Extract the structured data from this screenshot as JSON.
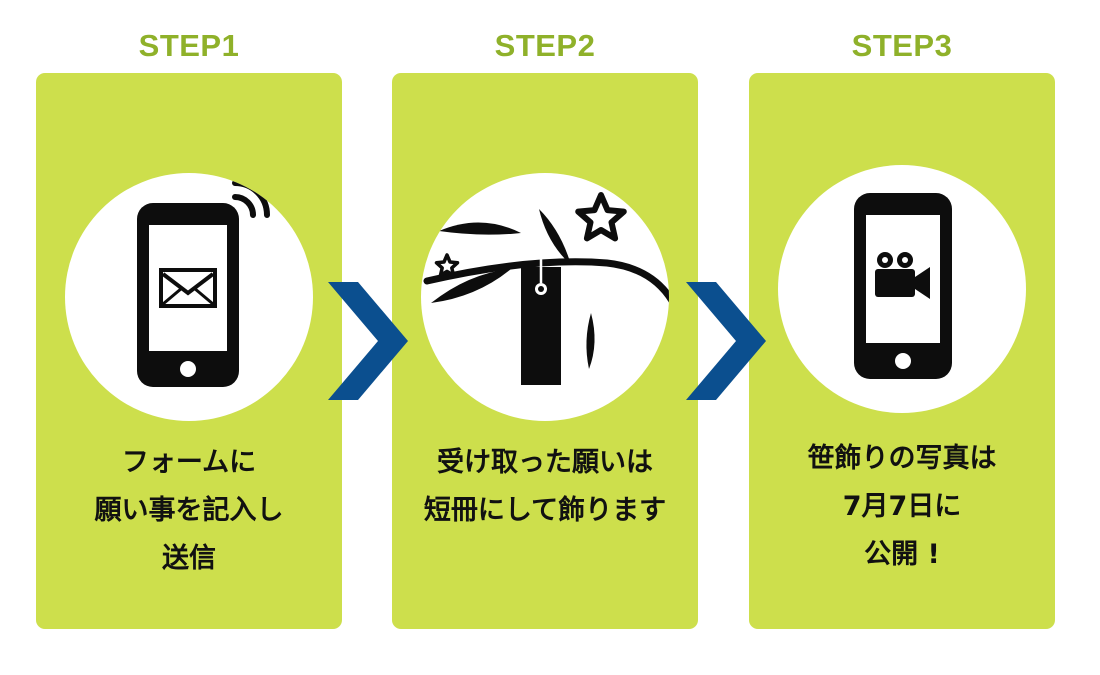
{
  "steps": [
    {
      "title": "STEP1",
      "icon": "smartphone-mail-icon",
      "caption_lines": [
        "フォームに",
        "願い事を記入し",
        "送信"
      ]
    },
    {
      "title": "STEP2",
      "icon": "bamboo-tanzaku-icon",
      "caption_lines": [
        "受け取った願いは",
        "短冊にして飾ります"
      ]
    },
    {
      "title": "STEP3",
      "icon": "smartphone-video-icon",
      "caption_lines": [
        "笹飾りの写真は",
        "7月7日に",
        "公開 !"
      ]
    }
  ],
  "arrows": [
    "chevron-right-icon",
    "chevron-right-icon"
  ],
  "colors": {
    "card": "#cddf4c",
    "title": "#8fb12a",
    "arrow": "#0b4f8f",
    "icon": "#0d0d0d",
    "text": "#111111"
  }
}
